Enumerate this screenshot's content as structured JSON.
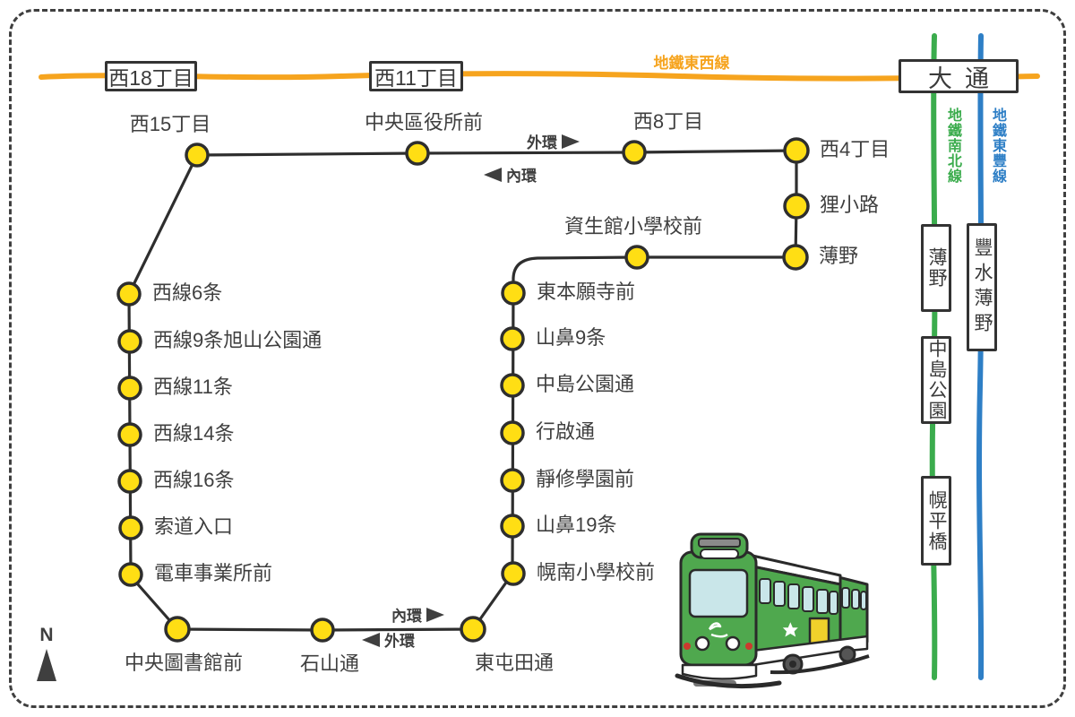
{
  "colors": {
    "tozai_line": "#F6A41E",
    "namboku_line": "#3BAC4D",
    "toho_line": "#2E7FC6",
    "tram_loop_line": "#2E2E2E",
    "station_fill": "#FFDE14",
    "text": "#3F3F3F",
    "border": "#3F3F3F",
    "tram_body": "#4FA84E",
    "tram_window": "#C9E6E9",
    "tram_door": "#F0D12B",
    "tram_roof": "#8A8A8A"
  },
  "subway": {
    "tozai": {
      "name": "地鐵東西線",
      "stations": [
        "西18丁目",
        "西11丁目",
        "大通"
      ]
    },
    "namboku": {
      "name": "地鐵南北線",
      "stations": [
        "薄野",
        "中島公園",
        "幌平橋"
      ]
    },
    "toho": {
      "name": "地鐵東豐線",
      "stations": [
        "豐水薄野"
      ]
    }
  },
  "tram": {
    "top_stations": [
      "西15丁目",
      "中央區役所前",
      "西8丁目"
    ],
    "right_stations": [
      "西4丁目",
      "狸小路",
      "薄野"
    ],
    "shiseikan_stations": [
      "資生館小學校前"
    ],
    "middle_stations": [
      "東本願寺前",
      "山鼻9条",
      "中島公園通",
      "行啟通",
      "靜修學園前",
      "山鼻19条",
      "幌南小學校前"
    ],
    "left_stations": [
      "西線6条",
      "西線9条旭山公園通",
      "西線11条",
      "西線14条",
      "西線16条",
      "索道入口",
      "電車事業所前"
    ],
    "bottom_stations": [
      "中央圖書館前",
      "石山通",
      "東屯田通"
    ],
    "direction_arrows": {
      "top_above": "外環",
      "top_below": "內環",
      "bottom_above": "內環",
      "bottom_below": "外環"
    }
  },
  "compass": {
    "label": "N"
  }
}
